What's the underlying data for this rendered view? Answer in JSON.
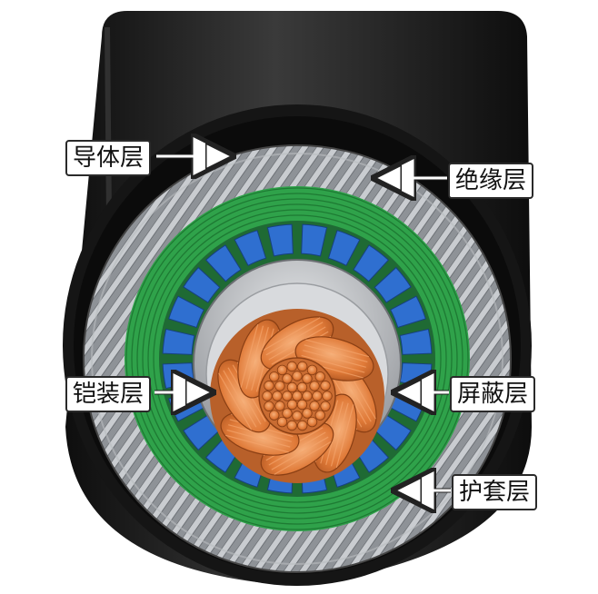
{
  "labels": {
    "conductor": "导体层",
    "insulation": "绝缘层",
    "armor": "铠装层",
    "shield": "屏蔽层",
    "sheath": "护套层"
  },
  "colors": {
    "jacket": "#1b1b1b",
    "braid": "#9a9ea3",
    "insulation_green": "#2fa24a",
    "shield_blue": "#2f6fd0",
    "metal_tube": "#b9bcc0",
    "copper": "#e07a38",
    "label_border": "#2a2a2a"
  }
}
